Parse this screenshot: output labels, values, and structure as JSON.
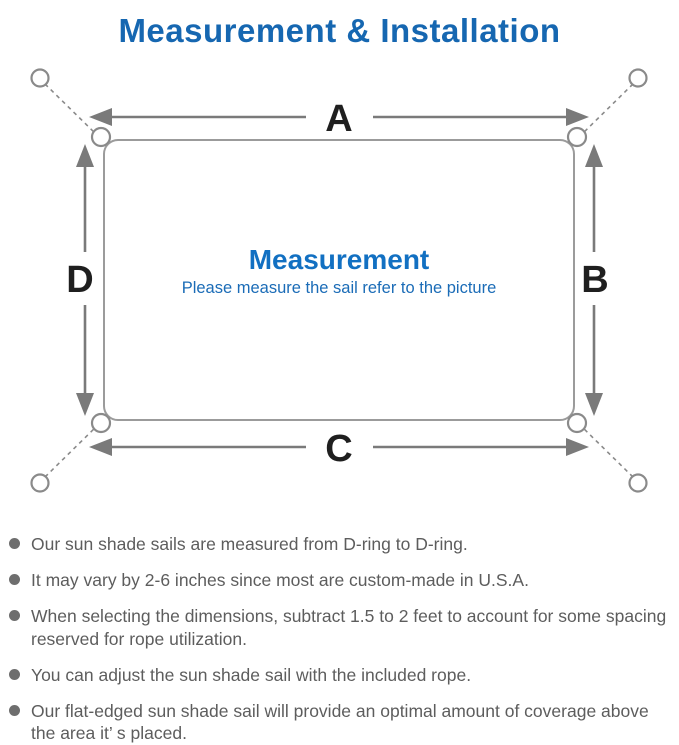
{
  "page": {
    "title": "Measurement & Installation"
  },
  "diagram": {
    "labels": {
      "top": "A",
      "right": "B",
      "bottom": "C",
      "left": "D"
    },
    "center_title": "Measurement",
    "center_subtitle": "Please measure the sail refer to the picture",
    "colors": {
      "title_blue": "#1667b1",
      "center_blue": "#1270c2",
      "subtitle_blue": "#1b6cb7",
      "line_gray": "#7a7a7a",
      "label_black": "#1f1f1f"
    }
  },
  "notes": {
    "items": [
      "Our sun shade sails are measured from D-ring to D-ring.",
      "It may vary by 2-6 inches since most are custom-made in U.S.A.",
      "When selecting the dimensions, subtract 1.5 to 2 feet to account for some spacing reserved for rope utilization.",
      "You can adjust the sun shade sail with the included rope.",
      "Our flat-edged sun shade sail will provide an optimal amount of coverage above the area it’ s placed."
    ]
  }
}
